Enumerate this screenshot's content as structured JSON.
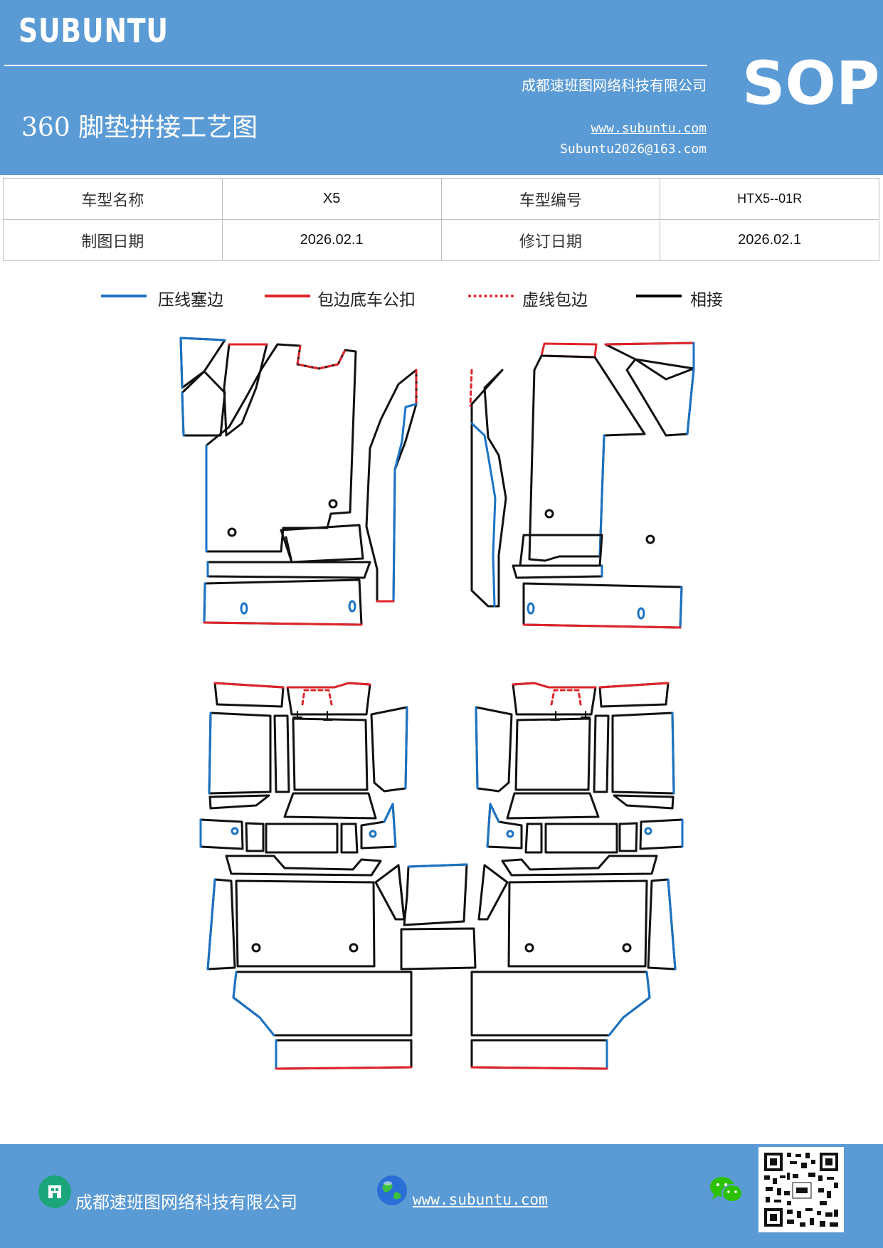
{
  "header": {
    "brand": "SUBUNTU",
    "company": "成都速班图网络科技有限公司",
    "title": "360 脚垫拼接工艺图",
    "website": "www.subuntu.com",
    "email": "Subuntu2026@163.com",
    "sop": "SOP"
  },
  "info": {
    "model_name_label": "车型名称",
    "model_name": "X5",
    "model_code_label": "车型编号",
    "model_code": "HTX5--01R",
    "draw_date_label": "制图日期",
    "draw_date": "2026.02.1",
    "revise_date_label": "修订日期",
    "revise_date": "2026.02.1"
  },
  "legend": [
    {
      "label": "压线塞边",
      "color": "#1a73c4"
    },
    {
      "label": "包边底车公扣",
      "color": "#e0242a"
    },
    {
      "label": "虚线包边",
      "color": "#e0242a"
    },
    {
      "label": "相接",
      "color": "#000000"
    }
  ],
  "footer": {
    "company": "成都速班图网络科技有限公司",
    "website": "www.subuntu.com "
  }
}
